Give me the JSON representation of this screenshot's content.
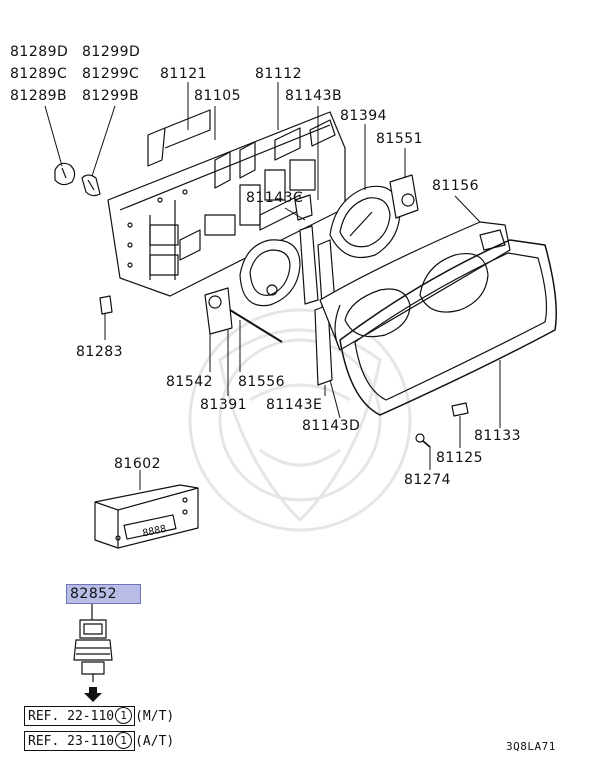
{
  "labels": {
    "l81289D": "81289D",
    "l81299D": "81299D",
    "l81289C": "81289C",
    "l81299C": "81299C",
    "l81121": "81121",
    "l81112": "81112",
    "l81289B": "81289B",
    "l81299B": "81299B",
    "l81105": "81105",
    "l81143B": "81143B",
    "l81394": "81394",
    "l81551": "81551",
    "l81143C": "81143C",
    "l81156": "81156",
    "l81283": "81283",
    "l81542": "81542",
    "l81556": "81556",
    "l81391": "81391",
    "l81143E": "81143E",
    "l81143D": "81143D",
    "l81133": "81133",
    "l81125": "81125",
    "l81274": "81274",
    "l81602": "81602",
    "l82852": "82852"
  },
  "refs": [
    {
      "text": "REF. 22-110",
      "num": "1",
      "suffix": "(M/T)"
    },
    {
      "text": "REF. 23-110",
      "num": "1",
      "suffix": "(A/T)"
    }
  ],
  "lcd_text": "8888",
  "diagram_code": "3Q8LA71",
  "highlight_color": "#b9bce6"
}
